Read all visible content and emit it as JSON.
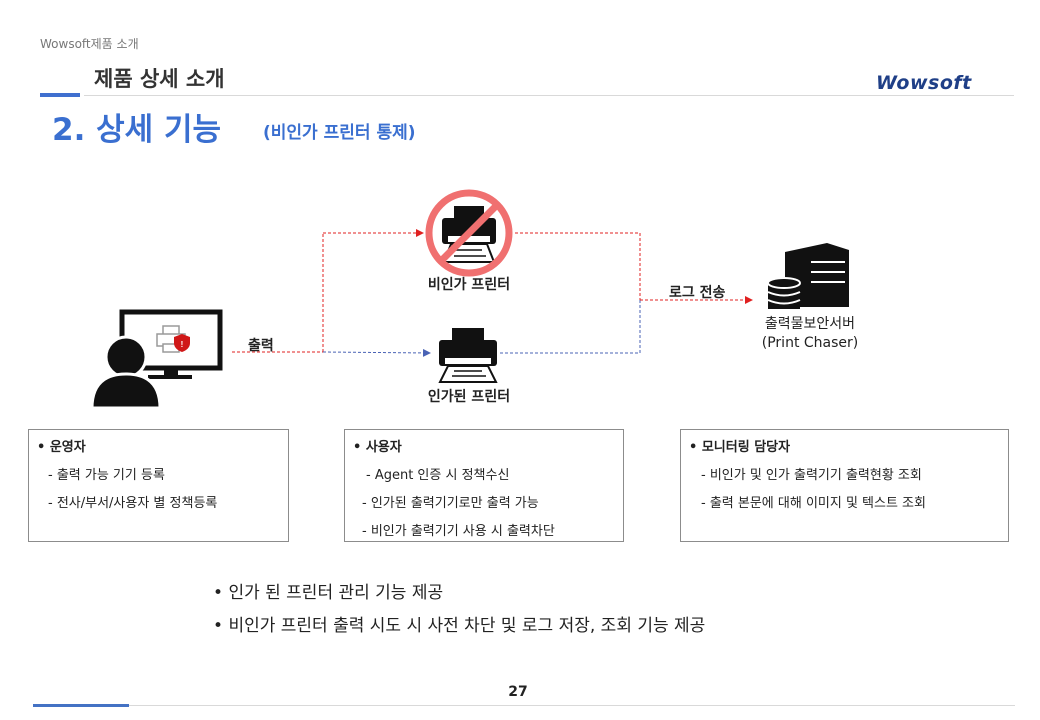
{
  "header": {
    "company_small": "Wowsoft제품 소개",
    "section_title": "제품 상세 소개",
    "logo": "Wowsoft",
    "main_title": "2. 상세 기능",
    "subtitle": "(비인가 프린터 통제)"
  },
  "diagram": {
    "output_label": "출력",
    "unauthorized_label": "비인가 프린터",
    "authorized_label": "인가된 프린터",
    "log_label": "로그 전송",
    "server_label_line1": "출력물보안서버",
    "server_label_line2": "(Print Chaser)",
    "colors": {
      "unauthorized_line": "#e02020",
      "authorized_line": "#4a63b5",
      "prohibit": "#f07070"
    }
  },
  "boxes": [
    {
      "title": "운영자",
      "items": [
        "- 출력 가능 기기 등록",
        "- 전사/부서/사용자 별 정책등록"
      ]
    },
    {
      "title": "사용자",
      "items": [
        "- Agent 인증 시 정책수신",
        "-  인가된 출력기기로만 출력 가능",
        "-  비인가 출력기기 사용 시 출력차단"
      ]
    },
    {
      "title": "모니터링 담당자",
      "items": [
        "- 비인가 및 인가 출력기기 출력현황 조회",
        "- 출력 본문에 대해 이미지 및 텍스트 조회"
      ]
    }
  ],
  "bullets": [
    "인가 된 프린터 관리 기능 제공",
    "비인가 프린터 출력 시도 시 사전 차단 및 로그 저장, 조회 기능 제공"
  ],
  "page_number": "27"
}
